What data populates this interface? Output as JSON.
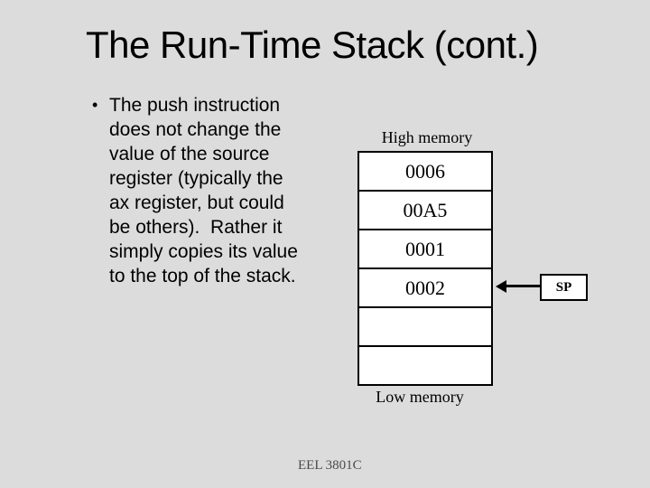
{
  "slide": {
    "title": "The Run-Time Stack (cont.)",
    "footer": "EEL 3801C",
    "background_color": "#dcdcdc",
    "line_color": "#000000"
  },
  "bullet": {
    "marker": "•",
    "lines": [
      "The push instruction",
      "does not change the",
      "value of the source",
      "register (typically the",
      "ax register, but could",
      "be others).  Rather it",
      "simply copies its value",
      "to the top of the stack."
    ]
  },
  "diagram": {
    "high_memory_label": "High memory",
    "low_memory_label": "Low memory",
    "stack_cells": [
      "0006",
      "00A5",
      "0001",
      "0002",
      "",
      ""
    ],
    "sp_label": "SP"
  }
}
